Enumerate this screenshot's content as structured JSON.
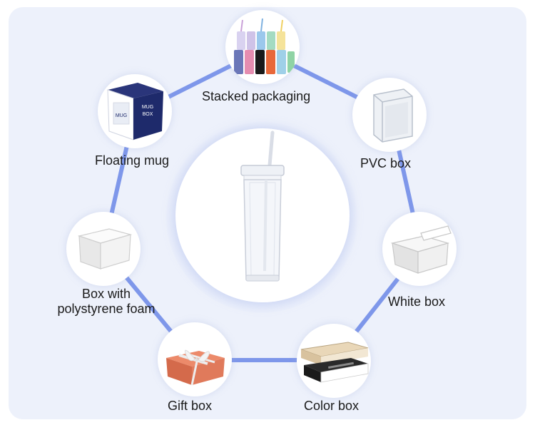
{
  "center": {
    "icon": "clear-tumbler-with-straw-icon"
  },
  "nodes": [
    {
      "id": "stacked",
      "label": "Stacked packaging",
      "icon": "colored-tumblers-icon"
    },
    {
      "id": "pvc",
      "label": "PVC box",
      "icon": "clear-pvc-box-icon"
    },
    {
      "id": "white",
      "label": "White box",
      "icon": "white-box-icon"
    },
    {
      "id": "color",
      "label": "Color box",
      "icon": "color-box-icon"
    },
    {
      "id": "gift",
      "label": "Gift box",
      "icon": "gift-box-icon"
    },
    {
      "id": "foam",
      "label_line1": "Box with",
      "label_line2": "polystyrene foam",
      "icon": "box-with-foam-icon"
    },
    {
      "id": "mug",
      "label": "Floating mug",
      "icon": "mug-box-icon"
    }
  ],
  "colors": {
    "connector": "#7e97ea",
    "panel": "#edf1fb",
    "mug_box": "#1e2a6b",
    "gift_box": "#e07a5b",
    "color_box": "#1a1a1a"
  }
}
